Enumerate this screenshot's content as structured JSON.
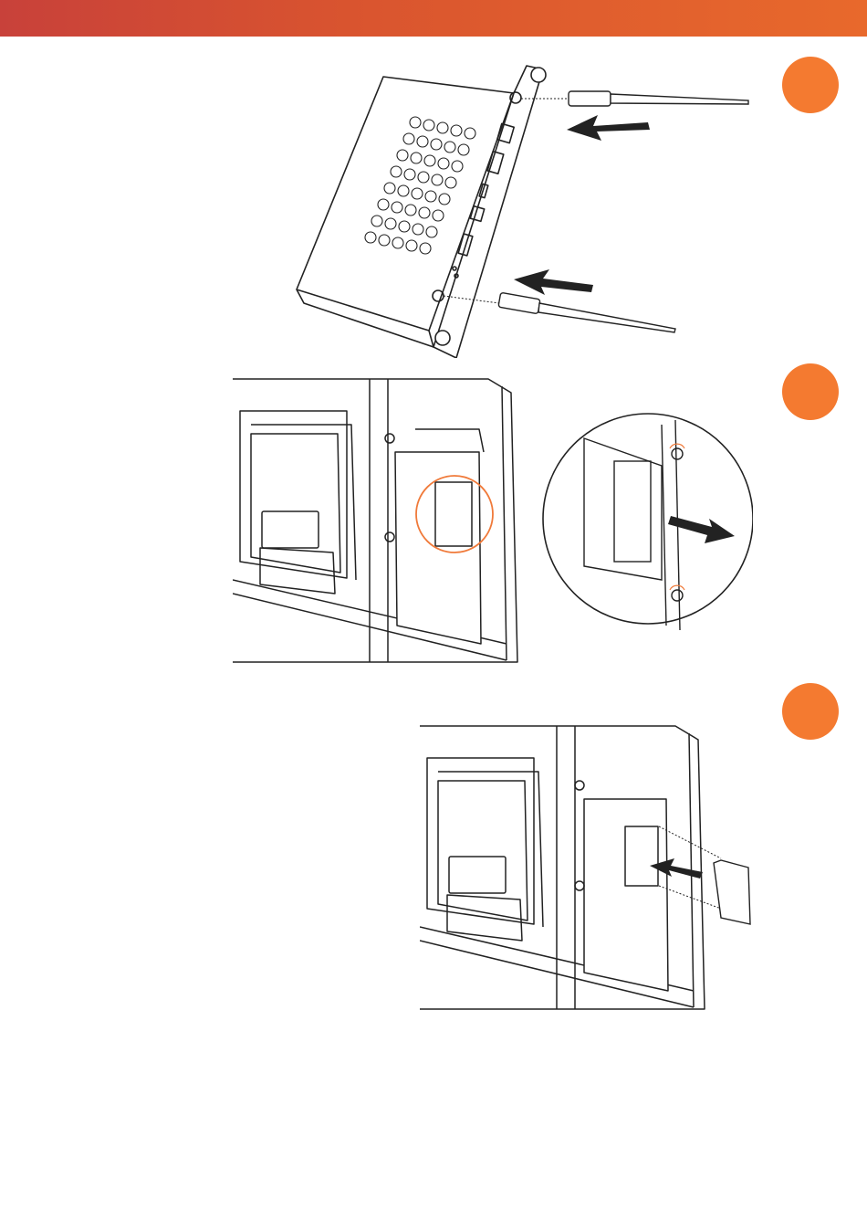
{
  "colors": {
    "header_start": "#c8413a",
    "header_end": "#e8692c",
    "step_badge": "#f47a30",
    "highlight_ring": "#f07a3a",
    "line": "#222222"
  },
  "steps": [
    {
      "id": 1,
      "icon": "step-badge-1",
      "illustration": "antenna-attach-to-module"
    },
    {
      "id": 2,
      "icon": "step-badge-2",
      "illustration": "remove-slot-cover-display-back"
    },
    {
      "id": 3,
      "icon": "step-badge-3",
      "illustration": "insert-module-into-slot"
    }
  ]
}
